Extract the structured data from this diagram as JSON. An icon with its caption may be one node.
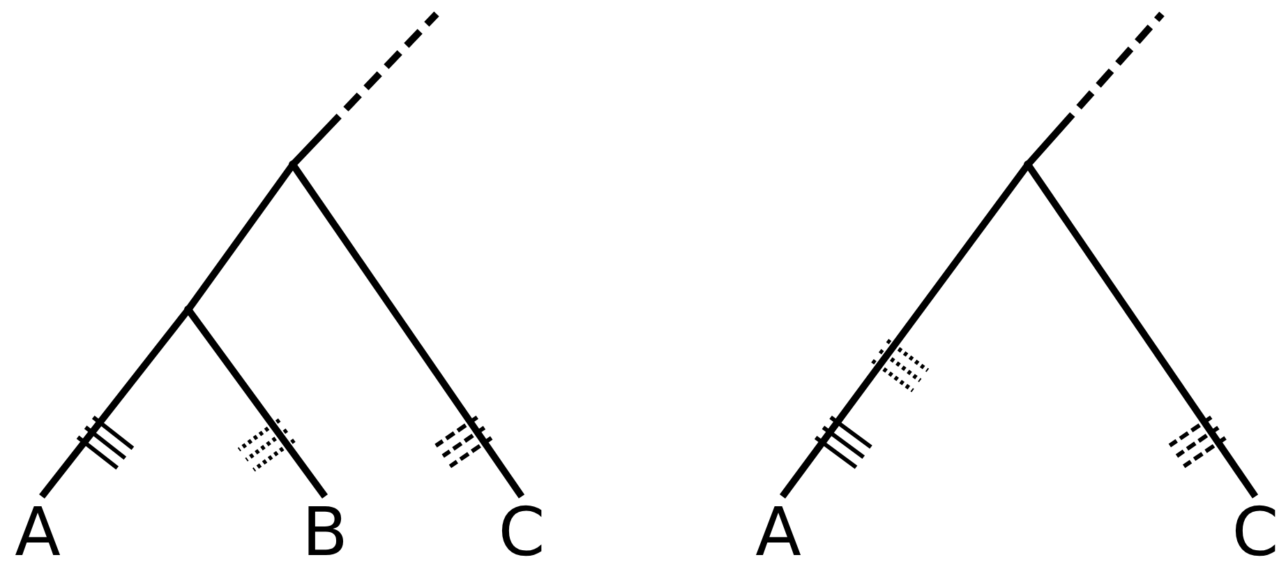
{
  "diagram": {
    "nodes": [
      {
        "text": [],
        "shape": "point"
      },
      {
        "text": [],
        "shape": "point"
      },
      {
        "text": [
          "A"
        ]
      },
      {
        "text": [
          "B"
        ]
      },
      {
        "text": [
          "C"
        ]
      },
      {
        "text": [],
        "shape": "point"
      },
      {
        "text": [
          "A"
        ]
      },
      {
        "text": [
          "C"
        ]
      }
    ],
    "edges": [
      {
        "from": 0,
        "to": null,
        "arrow": "none",
        "style": "dashed"
      },
      {
        "from": 0,
        "to": 1,
        "arrow": "none"
      },
      {
        "from": 1,
        "to": 2,
        "arrow": "none"
      },
      {
        "from": 1,
        "to": 3,
        "arrow": "none"
      },
      {
        "from": 0,
        "to": 4,
        "arrow": "none"
      },
      {
        "from": 5,
        "to": null,
        "arrow": "none",
        "style": "dashed"
      },
      {
        "from": 5,
        "to": 6,
        "arrow": "none"
      },
      {
        "from": 5,
        "to": 7,
        "arrow": "none"
      }
    ]
  }
}
